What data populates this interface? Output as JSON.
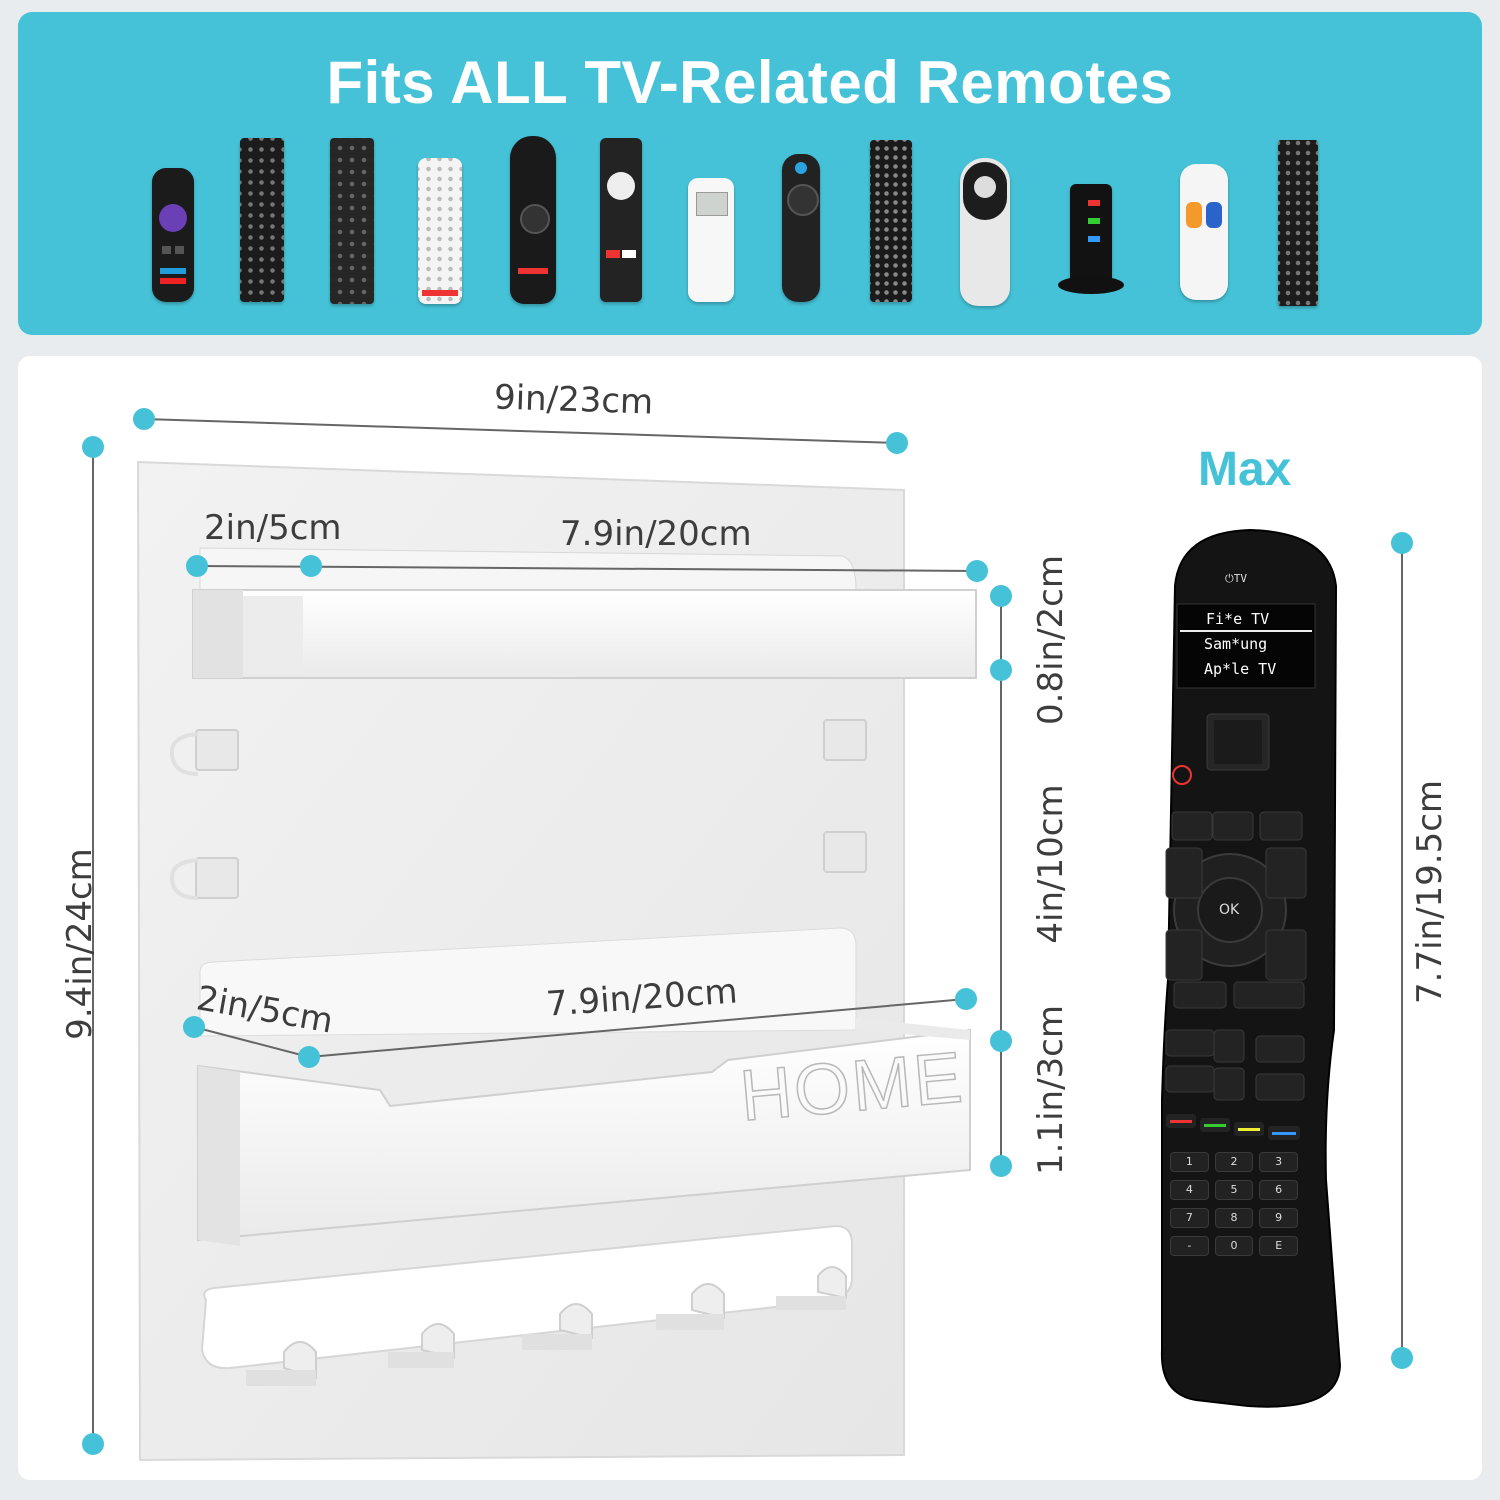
{
  "banner": {
    "title": "Fits ALL TV-Related Remotes",
    "bg": "#45c2d7"
  },
  "remotes": [
    {
      "name": "roku-remote-icon"
    },
    {
      "name": "samsung-remote-icon"
    },
    {
      "name": "vizio-remote-icon"
    },
    {
      "name": "white-ir-remote-icon"
    },
    {
      "name": "lg-magic-remote-icon"
    },
    {
      "name": "google-tv-remote-icon"
    },
    {
      "name": "ac-remote-icon"
    },
    {
      "name": "fire-tv-remote-icon"
    },
    {
      "name": "universal-remote-icon"
    },
    {
      "name": "directv-remote-icon"
    },
    {
      "name": "key-finder-icon"
    },
    {
      "name": "flipper-remote-icon"
    },
    {
      "name": "sony-remote-icon"
    }
  ],
  "dimensions": {
    "width": "9in/23cm",
    "height": "9.4in/24cm",
    "top_depth": "2in/5cm",
    "top_length": "7.9in/20cm",
    "bottom_depth": "2in/5cm",
    "bottom_length": "7.9in/20cm",
    "shelf_height": "0.8in/2cm",
    "shelf_gap": "4in/10cm",
    "basket_height": "1.1in/3cm",
    "remote_length": "7.7in/19.5cm"
  },
  "product": {
    "engraving": "HOME"
  },
  "max_remote": {
    "label": "Max",
    "tv_button": "⏻TV",
    "screen_lines": [
      "Fi*e TV",
      "Sam*ung",
      "Ap*le TV"
    ],
    "ok_label": "OK",
    "numbers": [
      "1",
      "2",
      "3",
      "4",
      "5",
      "6",
      "7",
      "8",
      "9",
      "-",
      "0",
      "E"
    ]
  },
  "colors": {
    "accent": "#45c2d7",
    "panel": "#ffffff",
    "remote": "#111111"
  }
}
